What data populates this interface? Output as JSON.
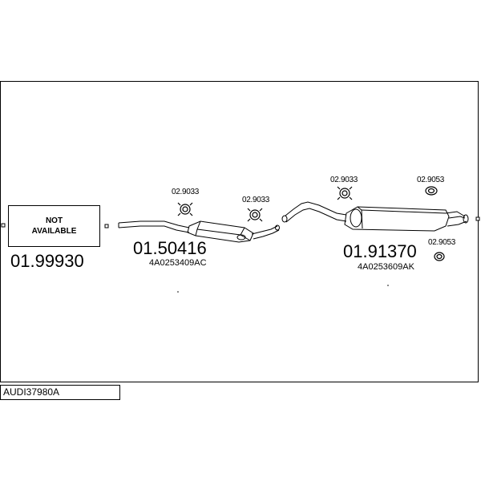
{
  "drawing_code": "AUDI37980A",
  "placeholder": {
    "line1": "NOT",
    "line2": "AVAILABLE",
    "part_number": "01.99930"
  },
  "middle_silencer": {
    "part_number": "01.50416",
    "oem_number": "4A0253409AC"
  },
  "rear_silencer": {
    "part_number": "01.91370",
    "oem_number": "4A0253609AK"
  },
  "accessories": {
    "clamp_left": "02.9033",
    "clamp_mid": "02.9033",
    "clamp_rear": "02.9033",
    "ring_top": "02.9053",
    "ring_bottom": "02.9053"
  }
}
